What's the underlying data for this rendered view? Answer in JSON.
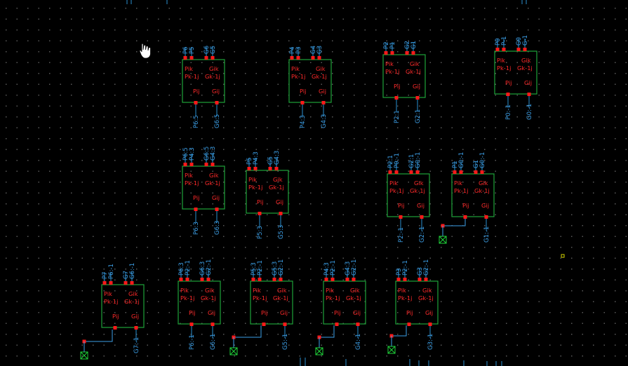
{
  "inner_labels": {
    "top_left": "Pik",
    "top_right": "Gik",
    "mid_left": "Pk-1j",
    "mid_right": "Gk-1j",
    "bot_left": "Pij",
    "bot_right": "Gij"
  },
  "blocks": [
    {
      "id": "b1",
      "top": [
        "P6",
        "P5",
        "G6",
        "G5"
      ],
      "bottom": [
        "P6:5",
        "G6:5"
      ]
    },
    {
      "id": "b2",
      "top": [
        "P4",
        "P3",
        "G4",
        "G3"
      ],
      "bottom": [
        "P4:3",
        "G4:3"
      ]
    },
    {
      "id": "b3",
      "top": [
        "P2",
        "P1",
        "G2",
        "G1"
      ],
      "bottom": [
        "P2:1",
        "G2:1"
      ]
    },
    {
      "id": "b4",
      "top": [
        "P0",
        "P-1",
        "G0",
        "G-1"
      ],
      "bottom": [
        "P0:-1",
        "G0:-1"
      ]
    },
    {
      "id": "b5",
      "top": [
        "P6:5",
        "P4:3",
        "G6:5",
        "G4:3"
      ],
      "bottom": [
        "P6:3",
        "G6:3"
      ]
    },
    {
      "id": "b6",
      "top": [
        "P5",
        "P4:3",
        "G5",
        "G4:3"
      ],
      "bottom": [
        "P5:3",
        "G5:3"
      ]
    },
    {
      "id": "b7",
      "top": [
        "P2:1",
        "P0:-1",
        "G2:1",
        "G0:-1"
      ],
      "bottom": [
        "P2:-1",
        "G2:-1"
      ]
    },
    {
      "id": "b8",
      "top": [
        "P1",
        "G0:-1",
        "G1",
        "G0:-1"
      ],
      "bottom": [
        "G1:-1"
      ]
    },
    {
      "id": "b9",
      "top": [
        "P7",
        "P6:-1",
        "G7",
        "G6:-1"
      ],
      "bottom": [
        "G7:-1"
      ]
    },
    {
      "id": "b10",
      "top": [
        "P6:3",
        "P2:-1",
        "G6:3",
        "G2:-1"
      ],
      "bottom": [
        "P6:-1",
        "G6:-1"
      ]
    },
    {
      "id": "b11",
      "top": [
        "P5:3",
        "P2:-1",
        "G5:3",
        "G2:-1"
      ],
      "bottom": [
        "G5:-1"
      ]
    },
    {
      "id": "b12",
      "top": [
        "P4:3",
        "P2:-1",
        "G4:3",
        "G2:-1"
      ],
      "bottom": [
        "G4:-1"
      ]
    },
    {
      "id": "b13",
      "top": [
        "P3",
        "P2:-1",
        "G3",
        "G2:-1"
      ],
      "bottom": [
        "G3:-1"
      ]
    }
  ]
}
